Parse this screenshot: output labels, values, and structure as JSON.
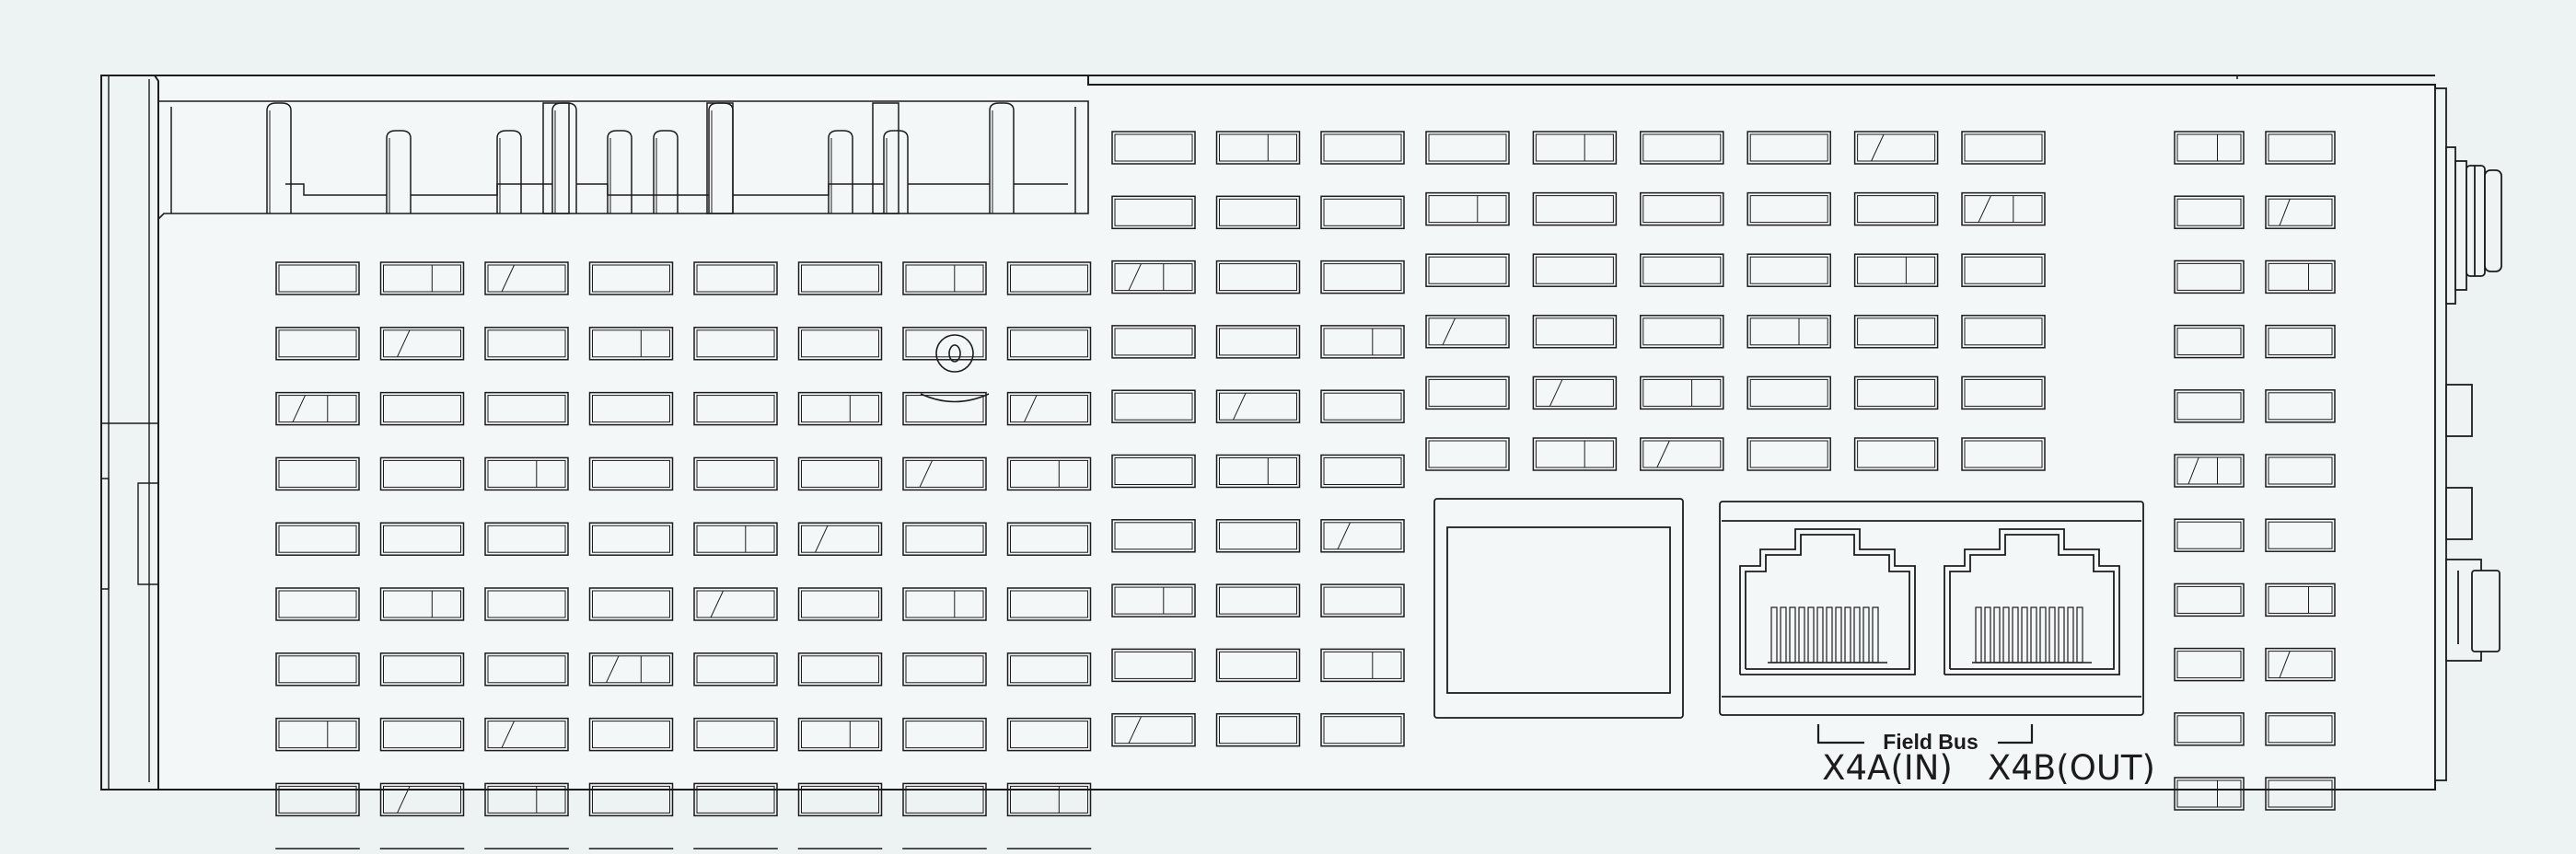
{
  "diagram": {
    "field_bus_label": "Field Bus",
    "ports": [
      {
        "id": "x4a",
        "label": "X4A(IN)"
      },
      {
        "id": "x4b",
        "label": "X4B(OUT)"
      }
    ],
    "colors": {
      "background": "#edf2f3",
      "line": "#1c1c1c",
      "body_fill": "#f4f7f8"
    }
  }
}
